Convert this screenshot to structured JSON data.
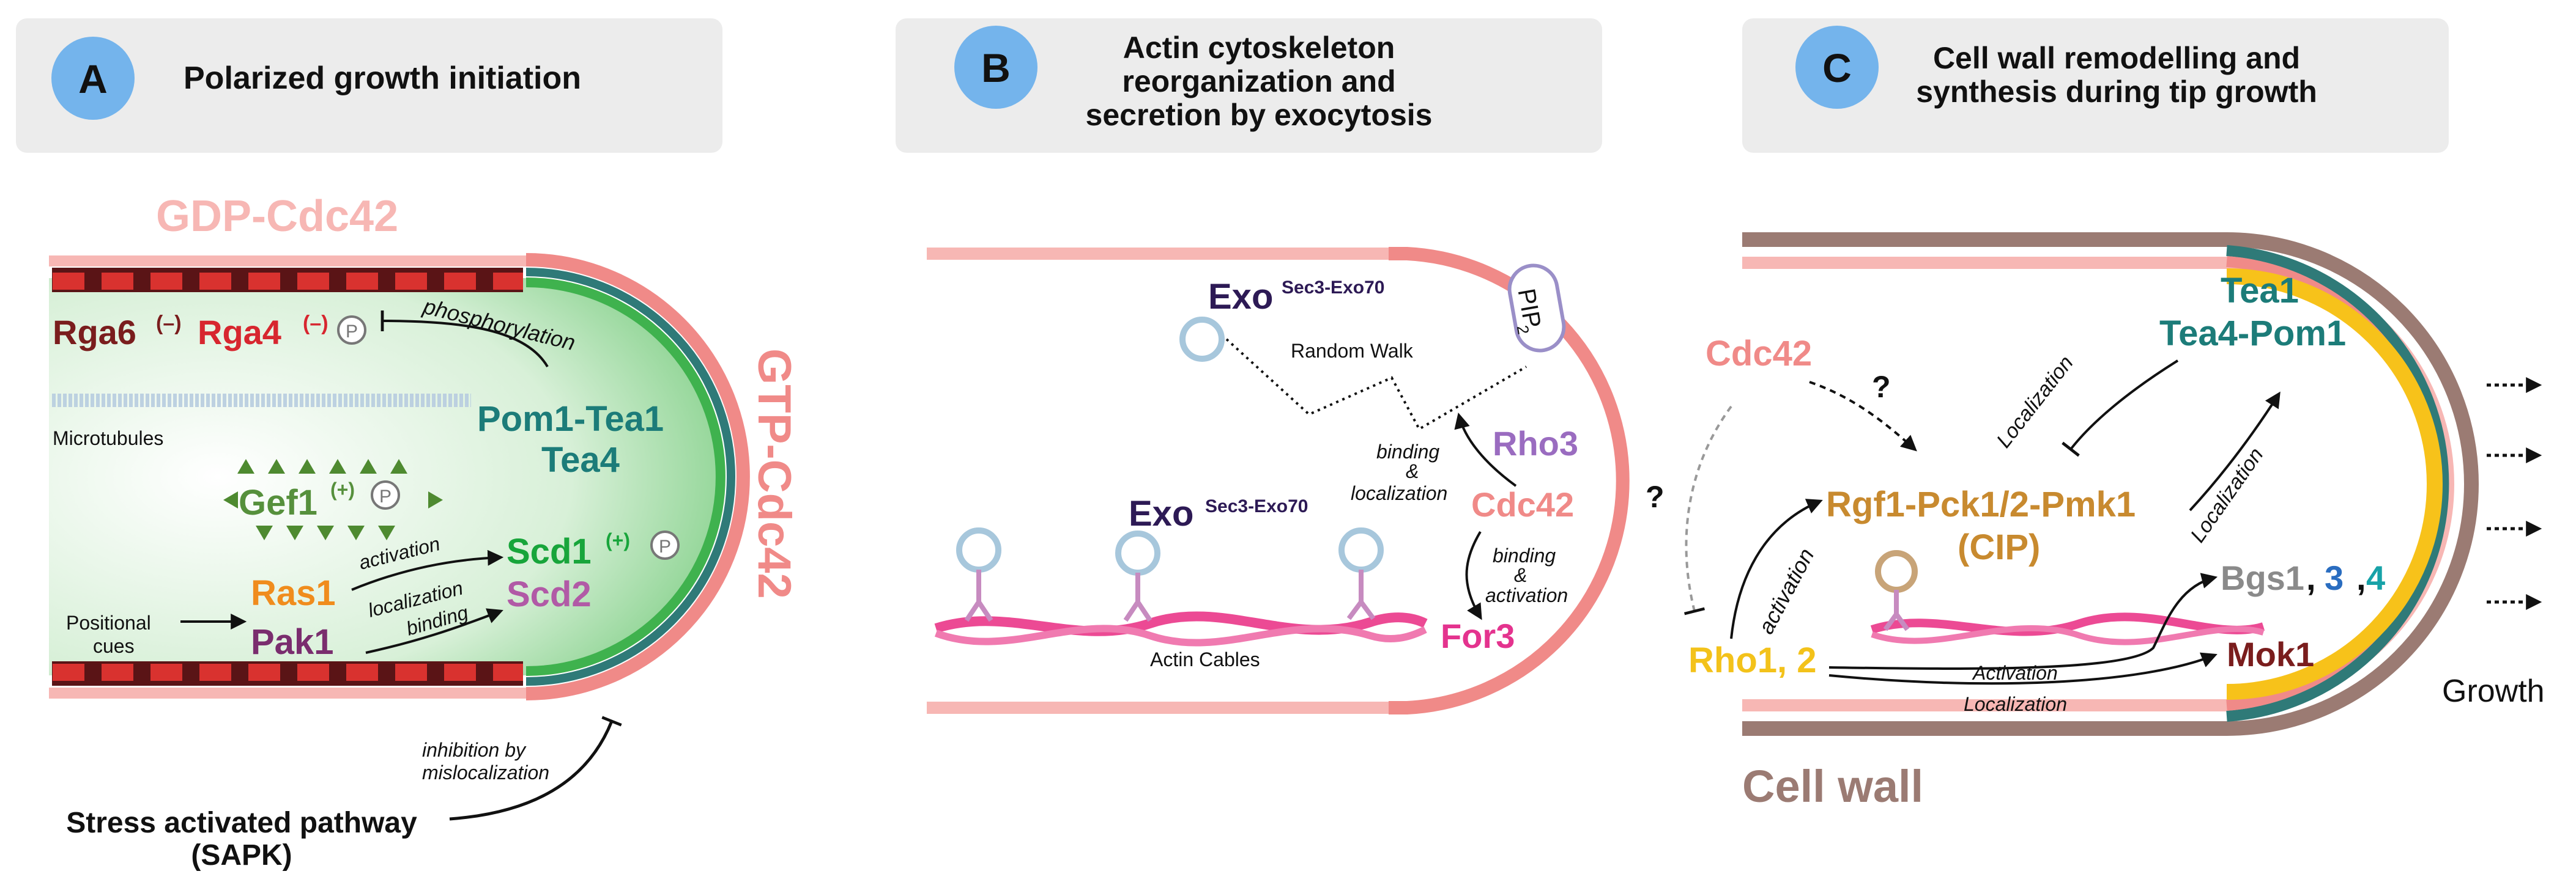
{
  "colors": {
    "header_bg": "#ececec",
    "badge": "#74b4ec",
    "gdp_pink": "#f7b7b4",
    "gtp_red": "#f08a88",
    "membrane_green": "#3fb24e",
    "membrane_teal": "#2f7a78",
    "wall_brown": "#9b7b73",
    "wall_yellow": "#f7c21a",
    "dark_red": "#7a1d1d",
    "red": "#d7262f",
    "teal": "#1c7c79",
    "green": "#56903c",
    "bright_green": "#18a53b",
    "orange": "#f08c1d",
    "purple": "#7a2d6e",
    "lilac": "#9a6cc0",
    "magenta": "#e4338e",
    "navy": "#2d1a55",
    "gold": "#c88a2f",
    "yellow": "#f3c21a",
    "gray": "#8a8a8a",
    "blue": "#2a6dc0",
    "cyan": "#17a2a8"
  },
  "panel_a": {
    "letter": "A",
    "title": "Polarized growth initiation",
    "gdp": "GDP-Cdc42",
    "gtp": "GTP-Cdc42",
    "rga6": "Rga6",
    "rga6_sup": "(–)",
    "rga4": "Rga4",
    "rga4_sup": "(–)",
    "p": "P",
    "phosphorylation": "phosphorylation",
    "pom1_tea1": "Pom1-Tea1",
    "tea4": "Tea4",
    "microtubules": "Microtubules",
    "gef1": "Gef1",
    "gef1_sup": "(+)",
    "scd1": "Scd1",
    "scd1_sup": "(+)",
    "scd2": "Scd2",
    "ras1": "Ras1",
    "pak1": "Pak1",
    "activation": "activation",
    "localization": "localization",
    "binding": "binding",
    "positional_1": "Positional",
    "positional_2": "cues",
    "inhibition_1": "inhibition by",
    "inhibition_2": "mislocalization",
    "sapk_1": "Stress activated pathway",
    "sapk_2": "(SAPK)"
  },
  "panel_b": {
    "letter": "B",
    "title_1": "Actin cytoskeleton",
    "title_2": "reorganization and",
    "title_3": "secretion by exocytosis",
    "exo": "Exo",
    "exo_sup": "Sec3-Exo70",
    "random_walk": "Random Walk",
    "pip": "PIP",
    "pip_sub": "2",
    "rho3": "Rho3",
    "cdc42": "Cdc42",
    "for3": "For3",
    "binding_loc_1": "binding",
    "binding_loc_2": "&",
    "binding_loc_3": "localization",
    "binding_act_1": "binding",
    "binding_act_2": "&",
    "binding_act_3": "activation",
    "actin_cables": "Actin Cables"
  },
  "panel_c": {
    "letter": "C",
    "title_1": "Cell wall remodelling and",
    "title_2": "synthesis during tip growth",
    "cdc42": "Cdc42",
    "q": "?",
    "tea1": "Tea1",
    "tea4_pom1": "Tea4-Pom1",
    "localization": "Localization",
    "rgf1": "Rgf1-Pck1/2-Pmk1",
    "cip": "(CIP)",
    "activation": "activation",
    "rho1": "Rho1, 2",
    "bgs1": "Bgs1",
    "comma1": ",",
    "bgs3": "3",
    "comma2": ",",
    "bgs4": "4",
    "mok1": "Mok1",
    "activation_cap": "Activation",
    "localization_cap": "Localization",
    "growth": "Growth",
    "cell_wall": "Cell wall"
  }
}
